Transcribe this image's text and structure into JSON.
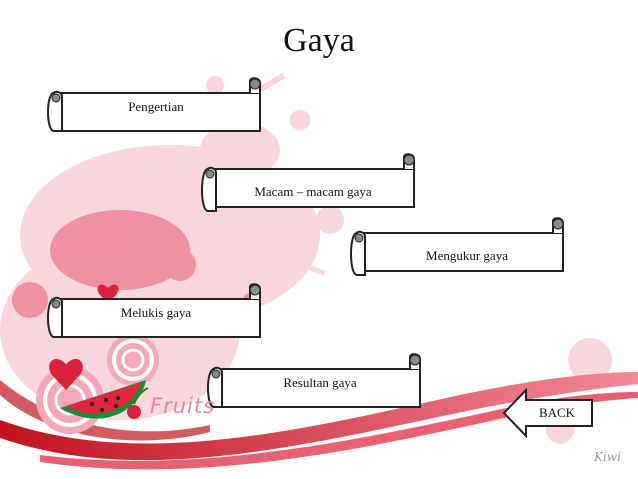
{
  "slide": {
    "title": "Gaya"
  },
  "menu": {
    "items": [
      {
        "label": "Pengertian"
      },
      {
        "label": "Macam – macam gaya"
      },
      {
        "label": "Mengukur gaya"
      },
      {
        "label": "Melukis gaya"
      },
      {
        "label": "Resultan gaya"
      }
    ]
  },
  "nav": {
    "back_label": "BACK"
  },
  "decor": {
    "fruits_text": "Fruits",
    "signature_text": "Kiwi",
    "icons": [
      "watermelon-icon",
      "heart-icon",
      "cherry-icon",
      "swirl-candy-icon",
      "paint-splash-icon",
      "scroll-banner-icon",
      "left-arrow-icon"
    ]
  },
  "colors": {
    "splash_red": "#d8243a",
    "splash_pink": "#f3b7c2",
    "accent_pink": "#f07fa4",
    "scroll_outline": "#222222",
    "knob_gray": "#8a8a8a"
  }
}
